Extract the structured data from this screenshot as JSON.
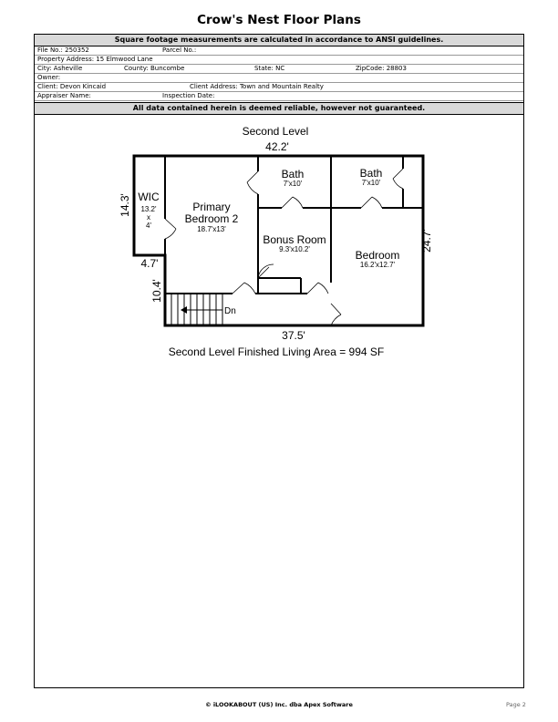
{
  "title": "Crow's Nest Floor Plans",
  "header": {
    "notice": "Square footage measurements are calculated in accordance to ANSI guidelines.",
    "disclaimer": "All data contained herein is deemed reliable, however not guaranteed.",
    "file_no": "File No.: 250352",
    "parcel_no": "Parcel No.:",
    "property_address": "Property Address: 15 Elmwood Lane",
    "city": "City: Asheville",
    "county": "County: Buncombe",
    "state": "State: NC",
    "zipcode": "ZipCode: 28803",
    "owner": "Owner:",
    "client": "Client: Devon Kincaid",
    "client_address": "Client Address: Town and Mountain Realty",
    "appraiser": "Appraiser Name:",
    "inspection_date": "Inspection Date:"
  },
  "plan": {
    "level_title": "Second Level",
    "dim_top": "42.2'",
    "dim_bottom": "37.5'",
    "dim_left_upper": "14.3'",
    "dim_left_lower": "10.4'",
    "dim_step": "4.7'",
    "dim_right": "24.7'",
    "rooms": {
      "wic_name": "WIC",
      "wic_dim1": "13.2'",
      "wic_dim2": "x",
      "wic_dim3": "4'",
      "primary_name1": "Primary",
      "primary_name2": "Bedroom 2",
      "primary_dim": "18.7'x13'",
      "bath1_name": "Bath",
      "bath1_dim": "7'x10'",
      "bath2_name": "Bath",
      "bath2_dim": "7'x10'",
      "bonus_name": "Bonus Room",
      "bonus_dim": "9.3'x10.2'",
      "bedroom_name": "Bedroom",
      "bedroom_dim": "16.2'x12.7'",
      "stairs_label": "Dn"
    },
    "area_caption": "Second Level Finished Living Area = 994 SF"
  },
  "footer": {
    "copyright": "© iLOOKABOUT (US) Inc. dba Apex Software",
    "page": "Page 2"
  }
}
